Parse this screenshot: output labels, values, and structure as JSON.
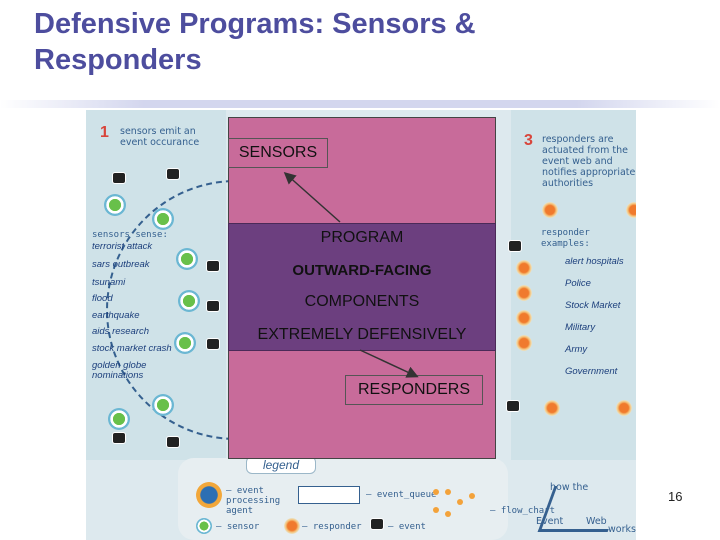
{
  "title": "Defensive Programs: Sensors & Responders",
  "figure": {
    "step1_num": "1",
    "step1_text": [
      "sensors emit an",
      "event occurance"
    ],
    "step3_num": "3",
    "step3_text": [
      "responders are",
      "actuated from the",
      "event web and",
      "notifies appropriate",
      "authorities"
    ],
    "sensors_sense_label": "sensors sense:",
    "sensor_items": [
      "terrorist attack",
      "sars outbreak",
      "tsunami",
      "flood",
      "earthquake",
      "aids research",
      "stock market crash",
      "golden globe",
      "nominations"
    ],
    "responder_examples_label": [
      "responder",
      "examples:"
    ],
    "responder_items": [
      "alert hospitals",
      "Police",
      "Stock Market",
      "Military",
      "Army",
      "Government"
    ],
    "legend_label": "legend",
    "legend_items": {
      "agent": [
        "– event",
        "processing",
        "agent"
      ],
      "queue": "– event_queue",
      "flow": "– flow_chart",
      "sensor": "– sensor",
      "responder": "– responder",
      "event": "– event"
    },
    "logo_text": [
      "how the",
      "Event",
      "Web",
      "works"
    ]
  },
  "overlay": {
    "sensors": "SENSORS",
    "program": "PROGRAM",
    "outward": "OUTWARD-FACING",
    "components": "COMPONENTS",
    "extremely": "EXTREMELY DEFENSIVELY",
    "responders": "RESPONDERS"
  },
  "page_number": "16",
  "colors": {
    "title": "#4d4d9e",
    "overlay_pink": "#c86b9a",
    "program_purple": "#6c3f7f"
  }
}
